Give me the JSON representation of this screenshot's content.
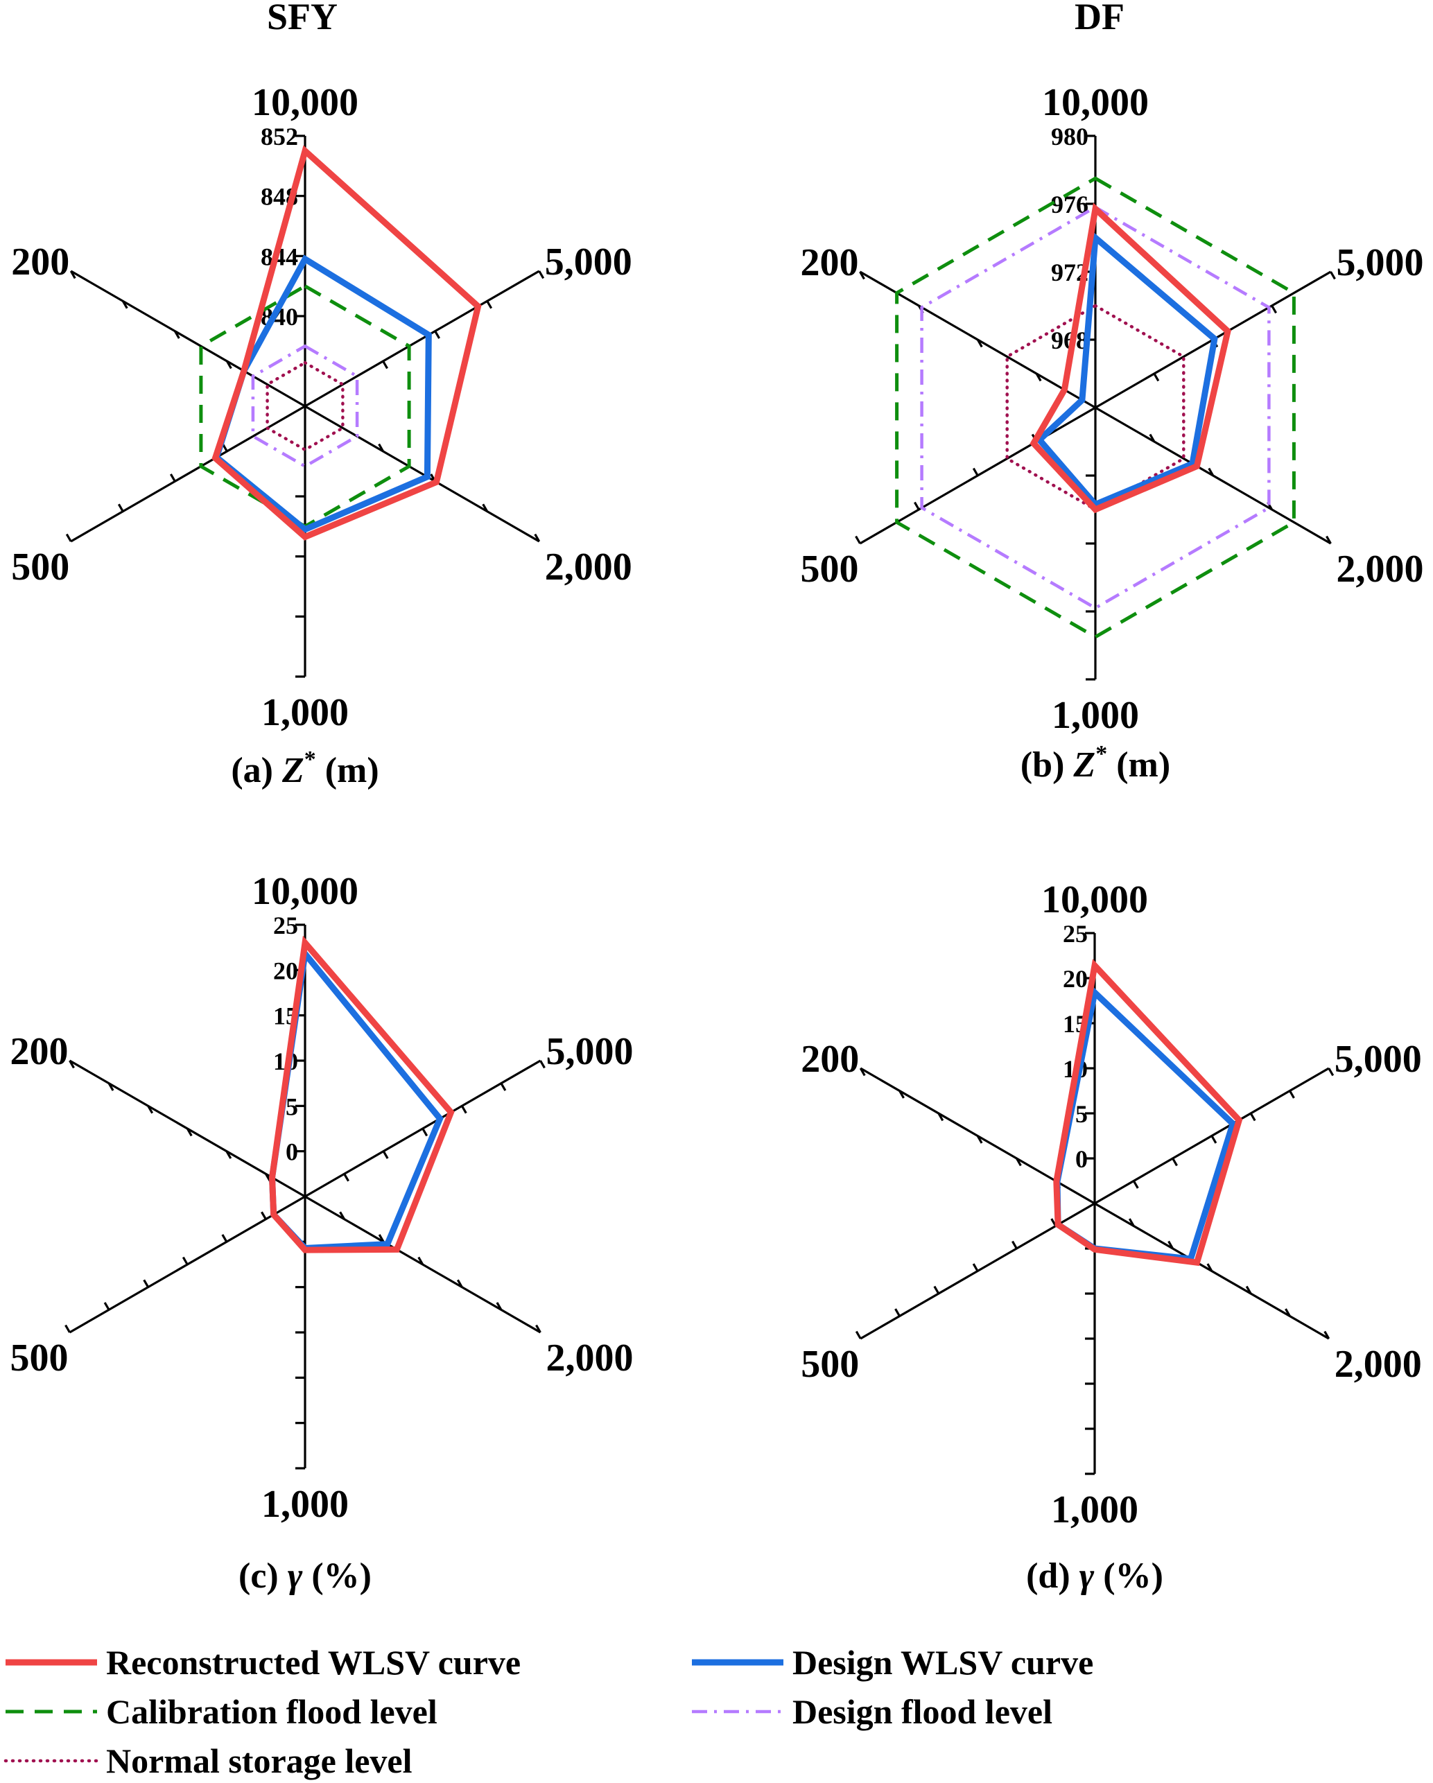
{
  "colors": {
    "reconstructed": "#EF4444",
    "design_curve": "#1C6FE0",
    "calibration": "#0E8E0E",
    "design_flood": "#B57BFF",
    "normal": "#A0104F",
    "axis": "#000000"
  },
  "column_titles": [
    "SFY",
    "DF"
  ],
  "legend": [
    {
      "key": "reconstructed",
      "label": "Reconstructed WLSV curve"
    },
    {
      "key": "design_curve",
      "label": "Design WLSV curve"
    },
    {
      "key": "calibration",
      "label": "Calibration flood level"
    },
    {
      "key": "design_flood",
      "label": "Design flood level"
    },
    {
      "key": "normal",
      "label": "Normal storage level"
    }
  ],
  "chart_data": [
    {
      "type": "radar",
      "panel": "a",
      "caption": {
        "prefix": "(a)",
        "var": "Z",
        "sup": "*",
        "unit": "(m)"
      },
      "axes": [
        "10,000",
        "5,000",
        "2,000",
        "1,000",
        "500",
        "200"
      ],
      "range": [
        834,
        852
      ],
      "ticks": [
        840,
        844,
        848,
        852
      ],
      "tick_labels": [
        "840",
        "844",
        "848",
        "852"
      ],
      "series": [
        {
          "key": "calibration",
          "name": "Calibration flood level",
          "values": [
            842,
            842,
            842,
            842,
            842,
            842
          ]
        },
        {
          "key": "design_flood",
          "name": "Design flood level",
          "values": [
            838,
            838,
            838,
            838,
            838,
            838
          ]
        },
        {
          "key": "normal",
          "name": "Normal storage level",
          "values": [
            836.9,
            836.9,
            836.9,
            836.9,
            836.9,
            836.9
          ]
        },
        {
          "key": "design_curve",
          "name": "Design WLSV curve",
          "values": [
            843.8,
            843.5,
            843.4,
            842.2,
            840.8,
            838.7
          ]
        },
        {
          "key": "reconstructed",
          "name": "Reconstructed WLSV curve",
          "values": [
            851.0,
            847.3,
            844.1,
            842.7,
            840.9,
            838.7
          ]
        }
      ]
    },
    {
      "type": "radar",
      "panel": "b",
      "caption": {
        "prefix": "(b)",
        "var": "Z",
        "sup": "*",
        "unit": "(m)"
      },
      "axes": [
        "10,000",
        "5,000",
        "2,000",
        "1,000",
        "500",
        "200"
      ],
      "range": [
        964,
        980
      ],
      "ticks": [
        968,
        972,
        976,
        980
      ],
      "tick_labels": [
        "968",
        "972",
        "976",
        "980"
      ],
      "series": [
        {
          "key": "calibration",
          "name": "Calibration flood level",
          "values": [
            977.5,
            977.5,
            977.5,
            977.5,
            977.5,
            977.5
          ]
        },
        {
          "key": "design_flood",
          "name": "Design flood level",
          "values": [
            975.8,
            975.8,
            975.8,
            975.8,
            975.8,
            975.8
          ]
        },
        {
          "key": "normal",
          "name": "Normal storage level",
          "values": [
            970.0,
            970.0,
            970.0,
            970.0,
            970.0,
            970.0
          ]
        },
        {
          "key": "design_curve",
          "name": "Design WLSV curve",
          "values": [
            974.0,
            972.1,
            970.6,
            969.7,
            967.8,
            964.9
          ]
        },
        {
          "key": "reconstructed",
          "name": "Reconstructed WLSV curve",
          "values": [
            975.7,
            973.0,
            970.9,
            970.0,
            968.2,
            966.1
          ]
        }
      ]
    },
    {
      "type": "radar",
      "panel": "c",
      "caption": {
        "prefix": "(c)",
        "var": "γ",
        "sup": "",
        "unit": "(%)"
      },
      "axes": [
        "10,000",
        "5,000",
        "2,000",
        "1,000",
        "500",
        "200"
      ],
      "range": [
        -5,
        25
      ],
      "ticks": [
        0,
        5,
        10,
        15,
        20,
        25
      ],
      "tick_labels": [
        "0",
        "5",
        "10",
        "15",
        "20",
        "25"
      ],
      "series": [
        {
          "key": "design_curve",
          "name": "Design WLSV curve",
          "values": [
            21.8,
            12.2,
            5.5,
            0.7,
            -1.0,
            -0.8
          ]
        },
        {
          "key": "reconstructed",
          "name": "Reconstructed WLSV curve",
          "values": [
            23.0,
            13.6,
            6.7,
            0.9,
            -1.0,
            -0.8
          ]
        }
      ]
    },
    {
      "type": "radar",
      "panel": "d",
      "caption": {
        "prefix": "(d)",
        "var": "γ",
        "sup": "",
        "unit": "(%)"
      },
      "axes": [
        "10,000",
        "5,000",
        "2,000",
        "1,000",
        "500",
        "200"
      ],
      "range": [
        -5,
        25
      ],
      "ticks": [
        0,
        5,
        10,
        15,
        20,
        25
      ],
      "tick_labels": [
        "0",
        "5",
        "10",
        "15",
        "20",
        "25"
      ],
      "series": [
        {
          "key": "design_curve",
          "name": "Design WLSV curve",
          "values": [
            18.4,
            12.7,
            7.3,
            0.0,
            -0.3,
            -0.2
          ]
        },
        {
          "key": "reconstructed",
          "name": "Reconstructed WLSV curve",
          "values": [
            21.4,
            13.5,
            8.1,
            0.1,
            -0.3,
            -0.1
          ]
        }
      ]
    }
  ]
}
